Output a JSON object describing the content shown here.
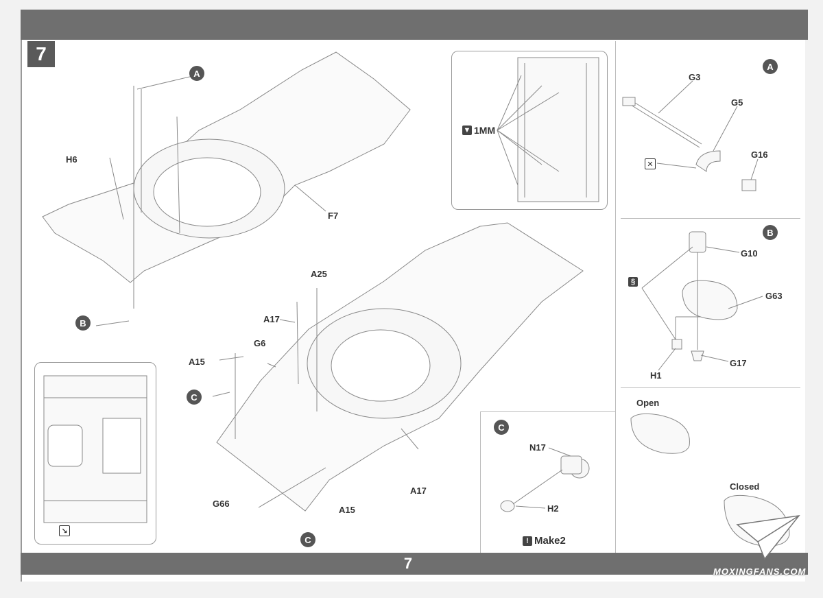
{
  "step_number": "7",
  "page_number": "7",
  "callouts": {
    "a_main": "A",
    "b_main": "B",
    "c_left": "C",
    "c_bottom": "C",
    "a_right": "A",
    "b_right": "B",
    "c_detail": "C"
  },
  "parts": {
    "h6": "H6",
    "f7": "F7",
    "a25": "A25",
    "a17_top": "A17",
    "g6": "G6",
    "a15_top": "A15",
    "a17_bottom": "A17",
    "g66": "G66",
    "a15_bottom": "A15",
    "g3": "G3",
    "g5": "G5",
    "g16": "G16",
    "g10": "G10",
    "g63": "G63",
    "h1": "H1",
    "g17": "G17",
    "n17": "N17",
    "h2": "H2"
  },
  "notes": {
    "drill": "1MM",
    "make": "Make2",
    "open": "Open",
    "closed": "Closed"
  },
  "watermark": "MOXINGFANS.COM",
  "colors": {
    "bar": "#6f6f6f",
    "step_box": "#5a5a5a",
    "callout": "#555555"
  }
}
